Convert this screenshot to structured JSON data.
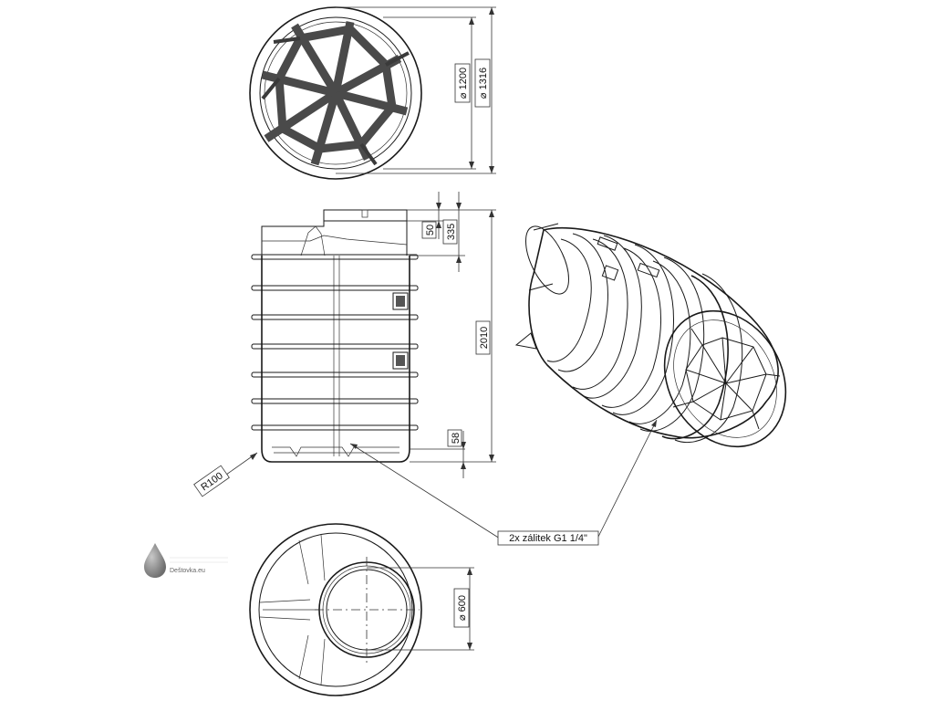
{
  "dimensions": {
    "inner_diameter": "⌀ 1200",
    "outer_diameter": "⌀ 1316",
    "neck_height": "50",
    "top_height": "335",
    "total_height": "2010",
    "base_height": "58",
    "radius": "R100",
    "lid_diameter": "⌀ 600"
  },
  "callout": "2x zálitek G1 1/4\"",
  "logo": {
    "text": "Deštovka.eu",
    "color": "#8a8a8a"
  }
}
